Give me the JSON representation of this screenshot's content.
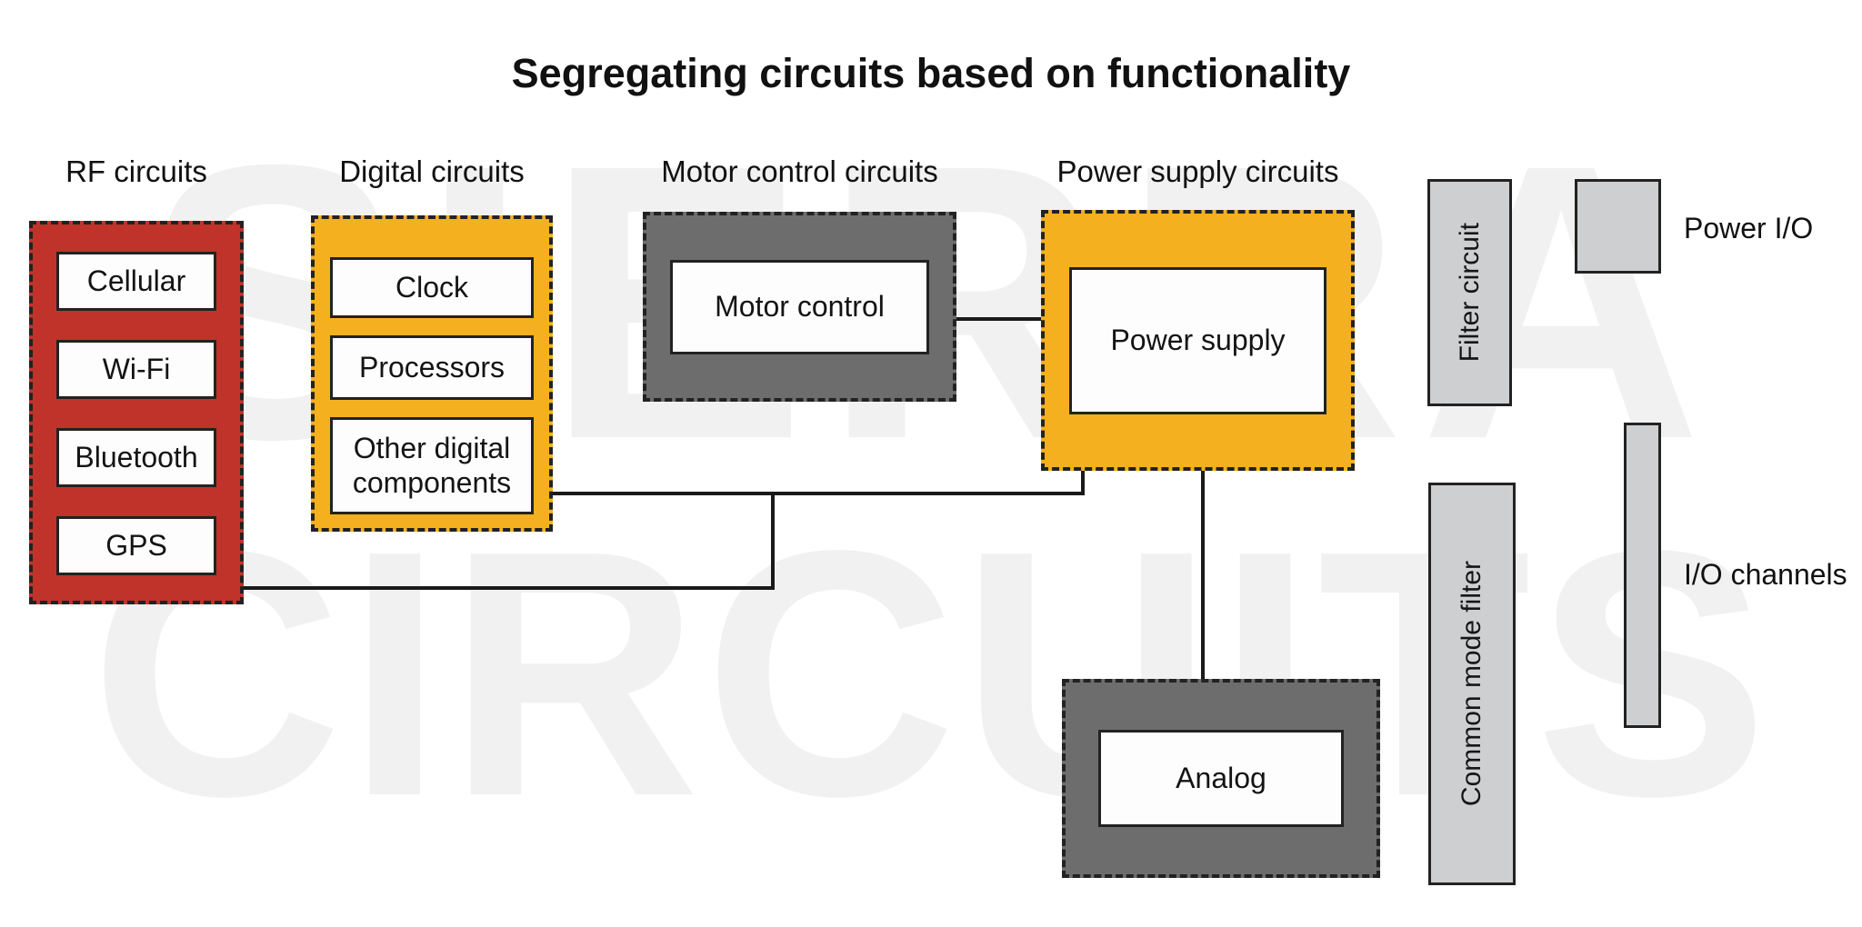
{
  "title": "Segregating circuits based on functionality",
  "watermark": {
    "line1": "SIERRA",
    "line2": "CIRCUITS"
  },
  "colors": {
    "rf_red": "#c0332a",
    "amber": "#f5b01f",
    "dark_gray": "#6d6d6d",
    "light_gray": "#cdcfd0",
    "connector": "#1a1a1a"
  },
  "groups": {
    "rf": {
      "label": "RF circuits",
      "items": [
        "Cellular",
        "Wi-Fi",
        "Bluetooth",
        "GPS"
      ]
    },
    "digital": {
      "label": "Digital circuits",
      "items": [
        "Clock",
        "Processors",
        "Other digital components"
      ]
    },
    "motor": {
      "label": "Motor control circuits",
      "items": [
        "Motor control"
      ]
    },
    "power": {
      "label": "Power supply circuits",
      "items": [
        "Power supply"
      ]
    },
    "analog": {
      "items": [
        "Analog"
      ]
    }
  },
  "side": {
    "filter_circuit": "Filter circuit",
    "power_io": "Power I/O",
    "common_mode_filter": "Common mode filter",
    "io_channels": "I/O channels"
  }
}
